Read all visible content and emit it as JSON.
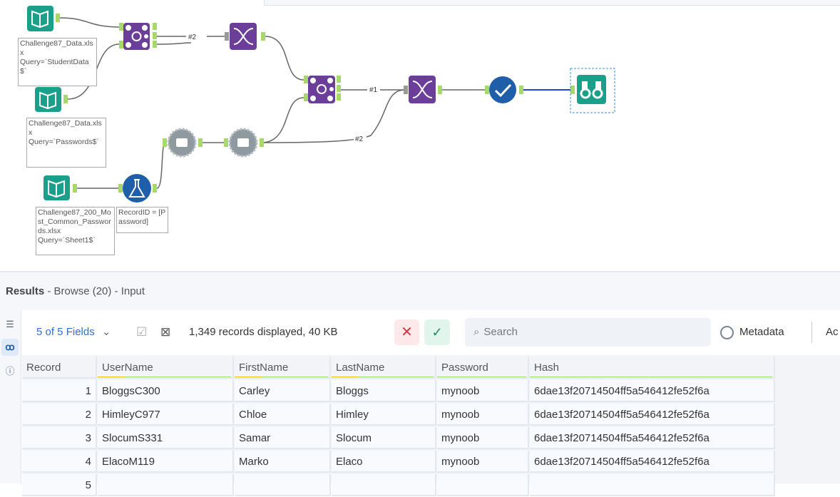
{
  "workflow": {
    "annotations": [
      "Challenge87_Data.xlsx\nQuery=`StudentData$`",
      "Challenge87_Data.xlsx\nQuery=`Passwords$`",
      "Challenge87_200_Most_Common_Passwords.xlsx\nQuery=`Sheet1$`",
      "RecordID = [Password]"
    ],
    "connection_labels": [
      "#2",
      "#1",
      "#2"
    ],
    "colors": {
      "input": "#1aa08a",
      "join": "#6b3e99",
      "formula": "#1f5ea8",
      "check": "#1f5ea8",
      "gear": "#8f9aa0",
      "browse": "#1aa08a",
      "selection": "#3a8ee6"
    }
  },
  "results": {
    "title": "Results",
    "subtitle": " - Browse (20) - Input",
    "fields_label": "5 of 5 Fields",
    "records_info": "1,349 records displayed, 40 KB",
    "search_placeholder": "Search",
    "metadata_label": "Metadata",
    "actions_label": "Ac",
    "columns": [
      "Record",
      "UserName",
      "FirstName",
      "LastName",
      "Password",
      "Hash"
    ],
    "rows": [
      [
        "1",
        "BloggsC300",
        "Carley",
        "Bloggs",
        "mynoob",
        "6dae13f20714504ff5a546412fe52f6a"
      ],
      [
        "2",
        "HimleyC977",
        "Chloe",
        "Himley",
        "mynoob",
        "6dae13f20714504ff5a546412fe52f6a"
      ],
      [
        "3",
        "SlocumS331",
        "Samar",
        "Slocum",
        "mynoob",
        "6dae13f20714504ff5a546412fe52f6a"
      ],
      [
        "4",
        "ElacoM119",
        "Marko",
        "Elaco",
        "mynoob",
        "6dae13f20714504ff5a546412fe52f6a"
      ],
      [
        "5",
        "",
        "",
        "",
        "",
        ""
      ]
    ]
  }
}
